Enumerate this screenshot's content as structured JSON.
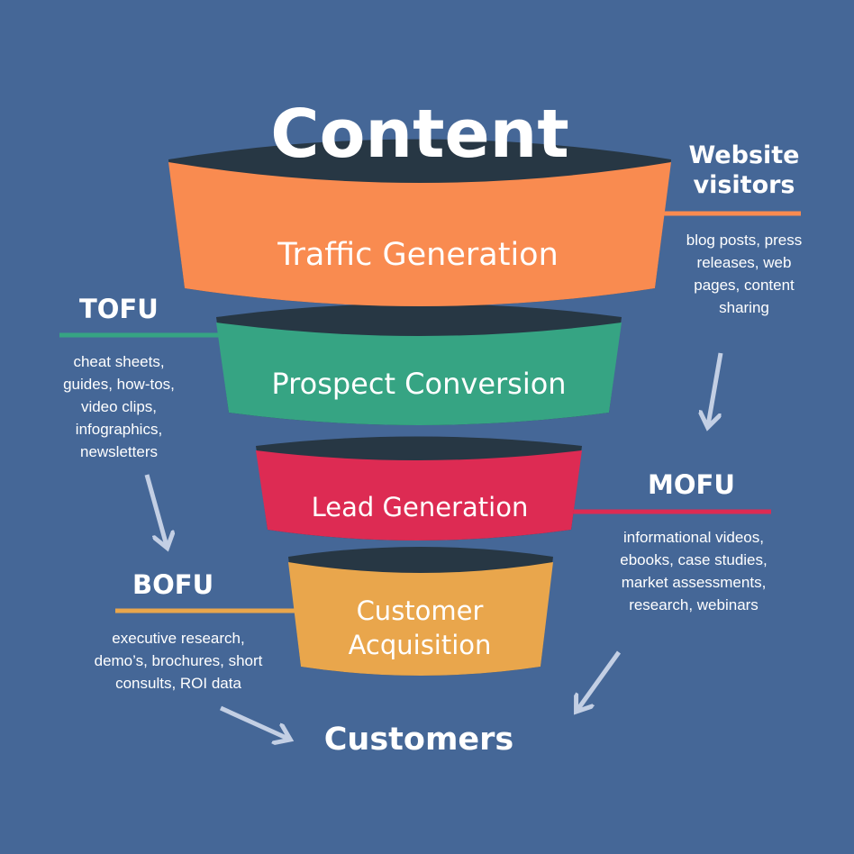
{
  "title": "Content",
  "colors": {
    "background": "#456797",
    "funnel_top_shadow": "#273744",
    "traffic": "#f98b50",
    "prospect": "#36a483",
    "lead": "#dd2b53",
    "customer": "#e9a64c",
    "arrow": "#c3cfe4",
    "text": "#ffffff"
  },
  "stages": [
    {
      "label_lines": [
        "Traffic Generation"
      ]
    },
    {
      "label_lines": [
        "Prospect Conversion"
      ]
    },
    {
      "label_lines": [
        "Lead Generation"
      ]
    },
    {
      "label_lines": [
        "Customer",
        "Acquisition"
      ]
    }
  ],
  "website_visitors": {
    "heading_lines": [
      "Website",
      "visitors"
    ],
    "examples": [
      "blog posts, press",
      "releases, web",
      "pages, content",
      "sharing"
    ]
  },
  "tofu": {
    "label": "TOFU",
    "examples": [
      "cheat sheets,",
      "guides, how-tos,",
      "video clips,",
      "infographics,",
      "newsletters"
    ]
  },
  "mofu": {
    "label": "MOFU",
    "examples": [
      "informational videos,",
      "ebooks, case studies,",
      "market assessments,",
      "research, webinars"
    ]
  },
  "bofu": {
    "label": "BOFU",
    "examples": [
      "executive research,",
      "demo’s, brochures, short",
      "consults, ROI data"
    ]
  },
  "result": "Customers"
}
